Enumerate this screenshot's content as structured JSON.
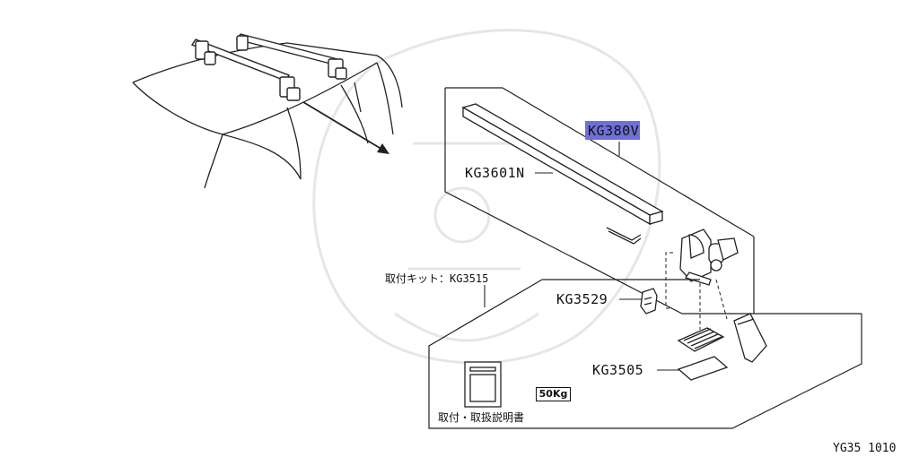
{
  "diagram": {
    "labels": {
      "crossbar_part": "KG380V",
      "bar_part": "KG3601N",
      "kit_label": "取付キット：KG3515",
      "clip_part": "KG3529",
      "pad_part": "KG3505",
      "manual_label": "取付・取扱説明書",
      "weight_label": "50Kg",
      "footer_code": "YG35 1010"
    },
    "colors": {
      "highlight": "#6f6fd8",
      "line": "#222222"
    }
  }
}
